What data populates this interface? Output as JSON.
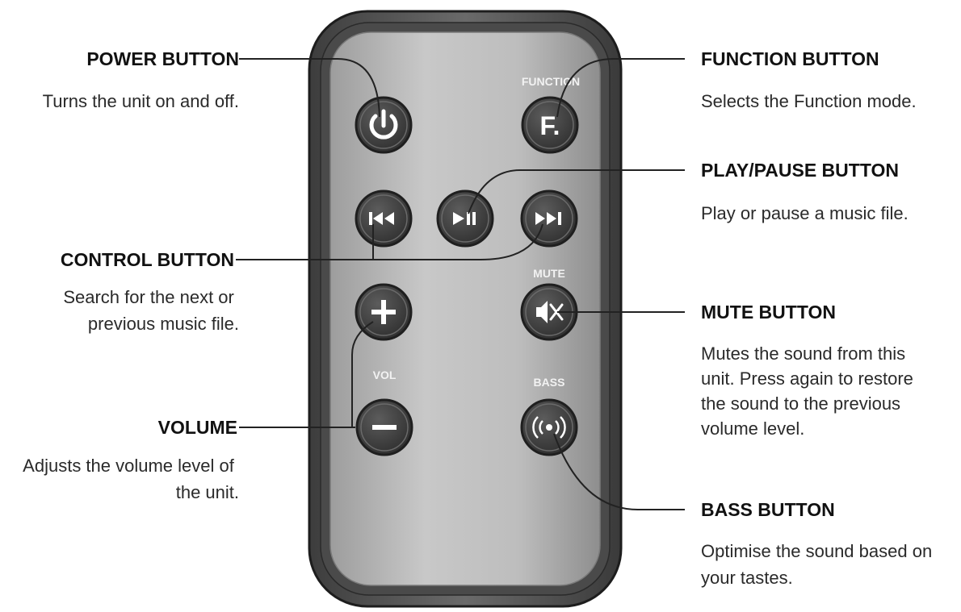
{
  "labels": {
    "power": {
      "title": "POWER BUTTON",
      "desc": [
        "Turns the unit on and off."
      ]
    },
    "control": {
      "title": "CONTROL BUTTON",
      "desc": [
        "Search for the next or",
        "previous music file."
      ]
    },
    "volume": {
      "title": "VOLUME",
      "desc": [
        "Adjusts the volume level of",
        "the unit."
      ]
    },
    "function": {
      "title": "FUNCTION BUTTON",
      "desc": [
        "Selects the Function mode."
      ]
    },
    "play_pause": {
      "title": "PLAY/PAUSE BUTTON",
      "desc": [
        "Play or pause a music file."
      ]
    },
    "mute": {
      "title": "MUTE BUTTON",
      "desc": [
        "Mutes the sound from this",
        "unit. Press again to restore",
        "the sound to the previous",
        "volume level."
      ]
    },
    "bass": {
      "title": "BASS BUTTON",
      "desc": [
        "Optimise the sound based on",
        "your tastes."
      ]
    }
  },
  "remote": {
    "captions": {
      "function": "FUNCTION",
      "mute": "MUTE",
      "vol": "VOL",
      "bass": "BASS"
    },
    "function_glyph": "F.",
    "buttons": [
      {
        "id": "power",
        "icon": "power-icon"
      },
      {
        "id": "function",
        "icon": "function-icon"
      },
      {
        "id": "previous",
        "icon": "skip-back-icon"
      },
      {
        "id": "play-pause",
        "icon": "play-pause-icon"
      },
      {
        "id": "next",
        "icon": "skip-forward-icon"
      },
      {
        "id": "volume-up",
        "icon": "plus-icon"
      },
      {
        "id": "mute",
        "icon": "mute-icon"
      },
      {
        "id": "volume-down",
        "icon": "minus-icon"
      },
      {
        "id": "bass",
        "icon": "bass-icon"
      }
    ]
  },
  "colors": {
    "remote_body": "#5a5a5a",
    "remote_face": "#b9b9b9",
    "button_fill": "#3e3e3e",
    "leader_line": "#222222"
  }
}
